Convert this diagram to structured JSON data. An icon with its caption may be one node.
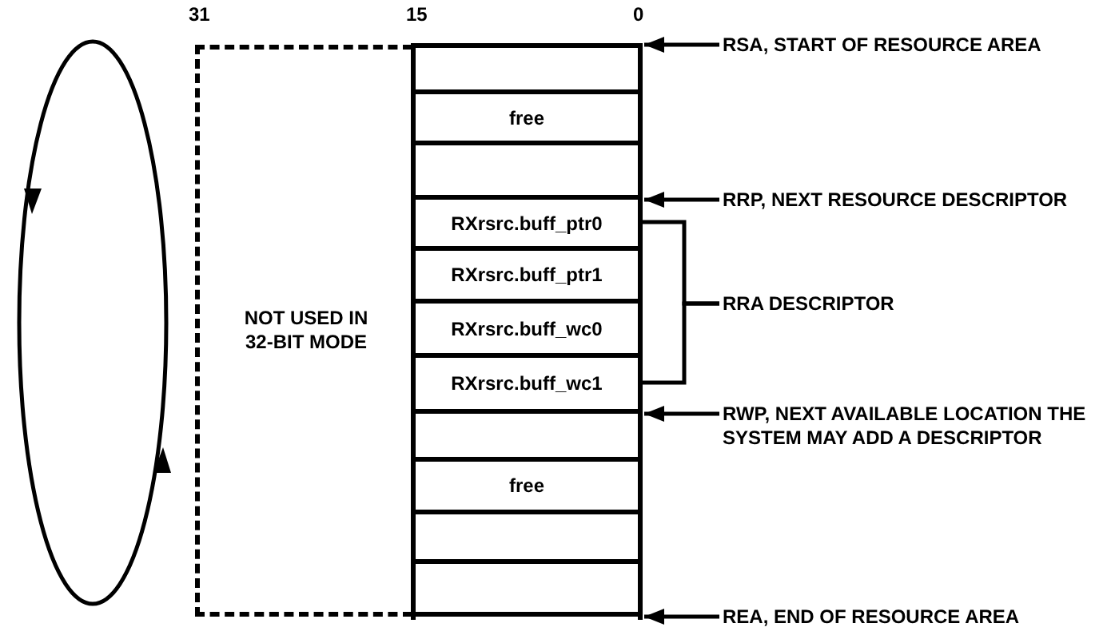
{
  "diagram": {
    "nodes": [
      {
        "text": [
          "NOT USED IN 32-BIT MODE"
        ]
      },
      {
        "text": [],
        "shape": "box"
      },
      {
        "text": [],
        "shape": "box",
        "in": 1
      },
      {
        "text": [
          "free"
        ],
        "in": 1
      },
      {
        "text": [],
        "shape": "box",
        "in": 1
      },
      {
        "text": [
          "RXrsrc.buff_ptr0"
        ],
        "in": 1
      },
      {
        "text": [
          "RXrsrc.buff_ptr1"
        ],
        "in": 1
      },
      {
        "text": [
          "RXrsrc.buff_wc0"
        ],
        "in": 1
      },
      {
        "text": [
          "RXrsrc.buff_wc1"
        ],
        "in": 1
      },
      {
        "text": [],
        "shape": "box",
        "in": 1
      },
      {
        "text": [
          "free"
        ],
        "in": 1
      },
      {
        "text": [],
        "shape": "box",
        "in": 1
      },
      {
        "text": [],
        "shape": "box",
        "in": 1
      },
      {
        "text": [
          "RSA, START OF RESOURCE AREA"
        ]
      },
      {
        "text": [
          "RRP, NEXT RESOURCE DESCRIPTOR"
        ]
      },
      {
        "text": [
          "RRA DESCRIPTOR"
        ]
      },
      {
        "text": [
          "RWP, NEXT AVAILABLE LOCATION THE SYSTEM MAY ADD A DESCRIPTOR"
        ]
      },
      {
        "text": [
          "REA, END OF RESOURCE AREA"
        ]
      }
    ],
    "edges": [
      {
        "from": 13,
        "to": 1,
        "arrow": "to"
      },
      {
        "from": 14,
        "to": 1,
        "arrow": "to"
      },
      {
        "from": 5,
        "to": 15,
        "arrow": "none"
      },
      {
        "from": 8,
        "to": 15,
        "arrow": "none"
      },
      {
        "from": 16,
        "to": 1,
        "arrow": "to"
      },
      {
        "from": 17,
        "to": 1,
        "arrow": "to"
      }
    ],
    "labels": [
      "31",
      "15",
      "0"
    ]
  }
}
